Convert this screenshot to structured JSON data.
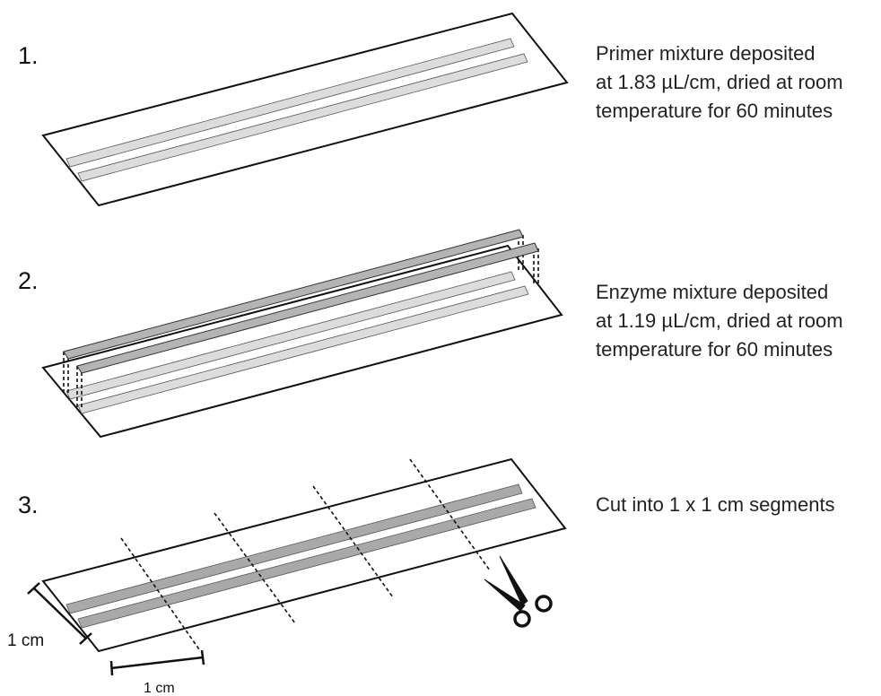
{
  "steps": [
    {
      "number": "1.",
      "description": [
        "Primer mixture deposited",
        "at 1.83 µL/cm, dried at room",
        "temperature for 60 minutes"
      ]
    },
    {
      "number": "2.",
      "description": [
        "Enzyme mixture deposited",
        "at 1.19 µL/cm, dried at room",
        "temperature for 60 minutes"
      ]
    },
    {
      "number": "3.",
      "description": [
        "Cut into 1 x 1 cm segments"
      ]
    }
  ],
  "dimensions": {
    "height_label": "1 cm",
    "width_label": "1 cm"
  },
  "icons": {
    "scissors": "scissors-icon"
  },
  "colors": {
    "outline": "#111111",
    "primer_line": "#dcdcdc",
    "enzyme_line": "#b4b4b4",
    "combined_line": "#a9a9a9"
  }
}
